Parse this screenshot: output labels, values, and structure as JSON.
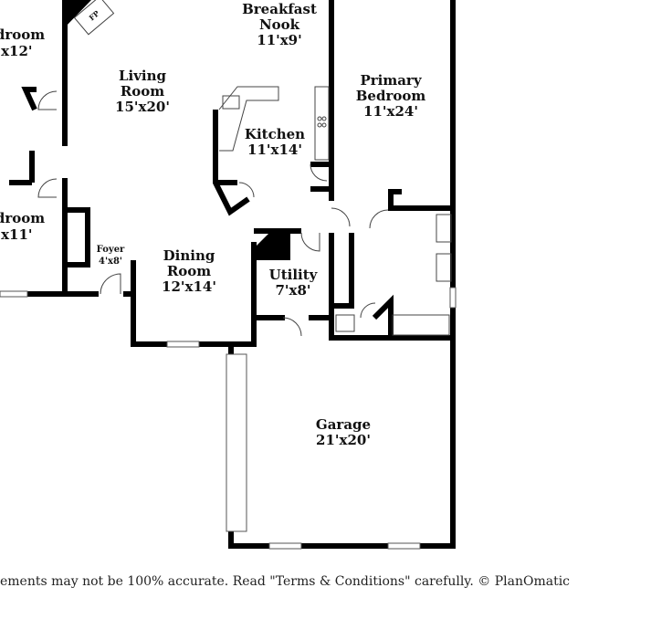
{
  "rooms": {
    "bedroom_top": {
      "name": "droom",
      "size": "'x12'"
    },
    "bedroom_mid": {
      "name": "droom",
      "size": "'x11'"
    },
    "living": {
      "name1": "Living",
      "name2": "Room",
      "size": "15'x20'"
    },
    "breakfast": {
      "name1": "Breakfast",
      "name2": "Nook",
      "size": "11'x9'"
    },
    "kitchen": {
      "name": "Kitchen",
      "size": "11'x14'"
    },
    "primary": {
      "name1": "Primary",
      "name2": "Bedroom",
      "size": "11'x24'"
    },
    "foyer": {
      "name": "Foyer",
      "size": "4'x8'"
    },
    "dining": {
      "name1": "Dining",
      "name2": "Room",
      "size": "12'x14'"
    },
    "utility": {
      "name": "Utility",
      "size": "7'x8'"
    },
    "garage": {
      "name": "Garage",
      "size": "21'x20'"
    }
  },
  "fireplace_label": "FP",
  "disclaimer": "ements may not be 100% accurate. Read \"Terms & Conditions\" carefully. © PlanOmatic"
}
